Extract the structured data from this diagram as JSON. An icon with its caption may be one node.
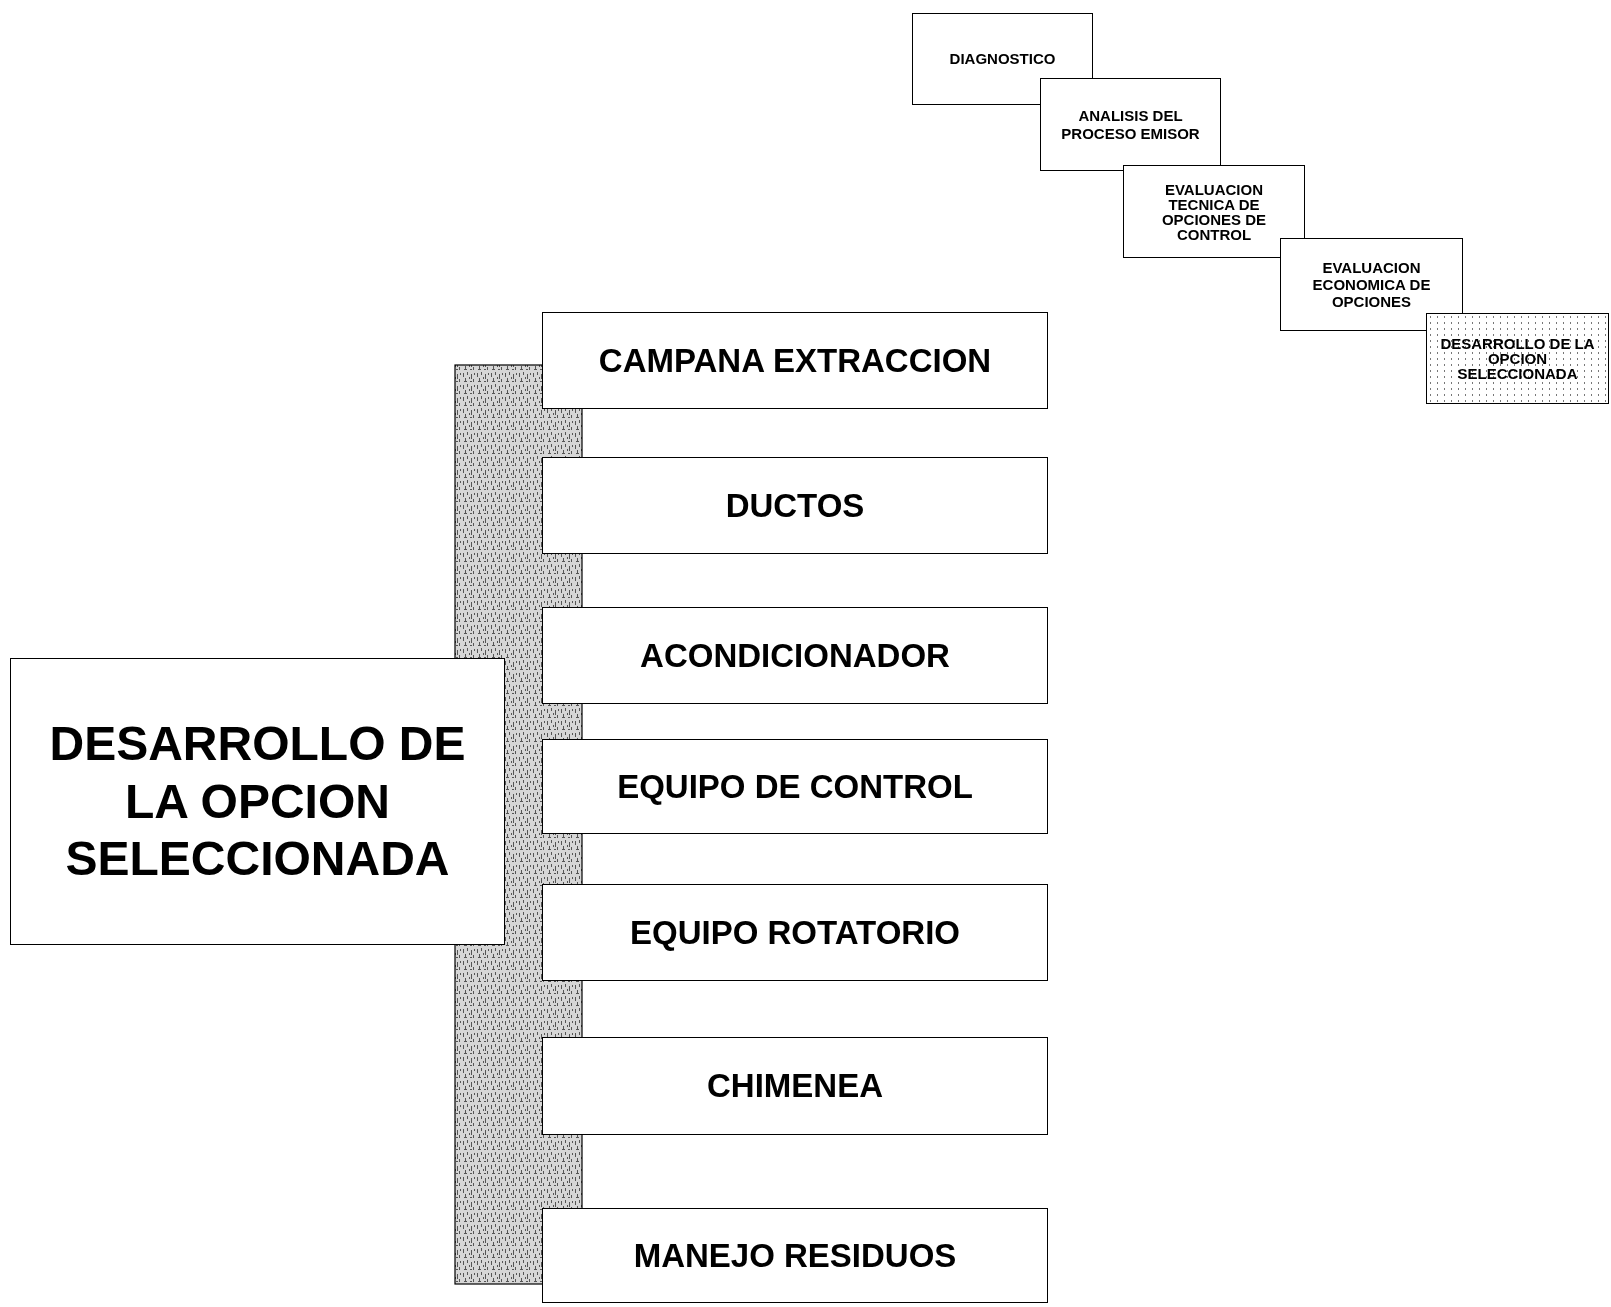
{
  "diagram": {
    "nodes": [
      {
        "text": [
          "DIAGNOSTICO"
        ]
      },
      {
        "text": [
          "ANALISIS DEL PROCESO EMISOR"
        ]
      },
      {
        "text": [
          "EVALUACION TECNICA DE OPCIONES DE CONTROL"
        ]
      },
      {
        "text": [
          "EVALUACION ECONOMICA DE OPCIONES"
        ]
      },
      {
        "text": [
          "DESARROLLO DE LA OPCION SELECCIONADA"
        ]
      },
      {
        "text": [],
        "shape": "bar"
      },
      {
        "text": [
          "DESARROLLO DE LA OPCION SELECCIONADA"
        ]
      },
      {
        "text": [
          "CAMPANA EXTRACCION"
        ]
      },
      {
        "text": [
          "DUCTOS"
        ]
      },
      {
        "text": [
          "ACONDICIONADOR"
        ]
      },
      {
        "text": [
          "EQUIPO DE CONTROL"
        ]
      },
      {
        "text": [
          "EQUIPO ROTATORIO"
        ]
      },
      {
        "text": [
          "CHIMENEA"
        ]
      },
      {
        "text": [
          "MANEJO RESIDUOS"
        ]
      }
    ],
    "edges": []
  }
}
